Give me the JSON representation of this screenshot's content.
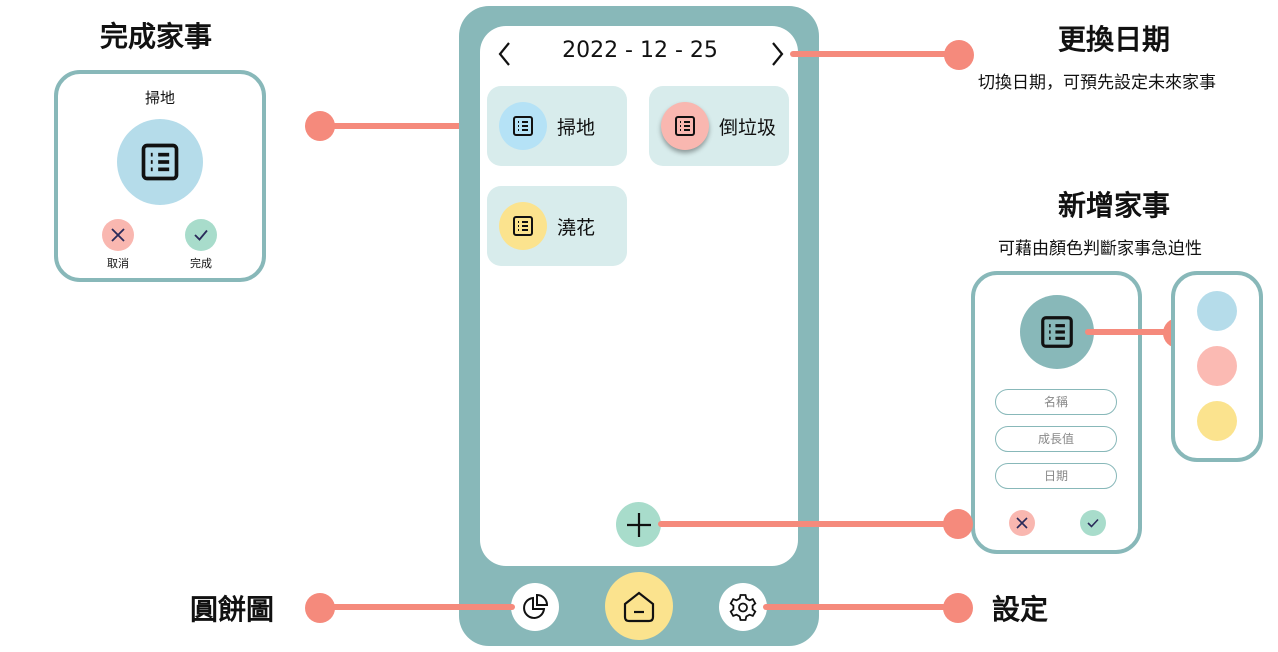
{
  "header_date": "2022 - 12 - 25",
  "chores": [
    {
      "label": "掃地",
      "color": "#b5e2f6"
    },
    {
      "label": "倒垃圾",
      "color": "#f9b7b0"
    },
    {
      "label": "澆花",
      "color": "#fbe38e"
    }
  ],
  "annotations": {
    "complete_title": "完成家事",
    "change_date_title": "更換日期",
    "change_date_desc": "切換日期，可預先設定未來家事",
    "add_title": "新增家事",
    "add_desc": "可藉由顏色判斷家事急迫性",
    "pie_title": "圓餅圖",
    "settings_title": "設定"
  },
  "complete_card": {
    "chore": "掃地",
    "cancel_label": "取消",
    "done_label": "完成"
  },
  "add_form": {
    "name_placeholder": "名稱",
    "growth_placeholder": "成長值",
    "date_placeholder": "日期"
  },
  "urgency_colors": [
    "#b5dcea",
    "#fbbab3",
    "#fbe38e"
  ],
  "theme": {
    "accent": "#88b8b9",
    "connector": "#f58a7c",
    "home": "#fbe38e",
    "add": "#a8dccb"
  }
}
